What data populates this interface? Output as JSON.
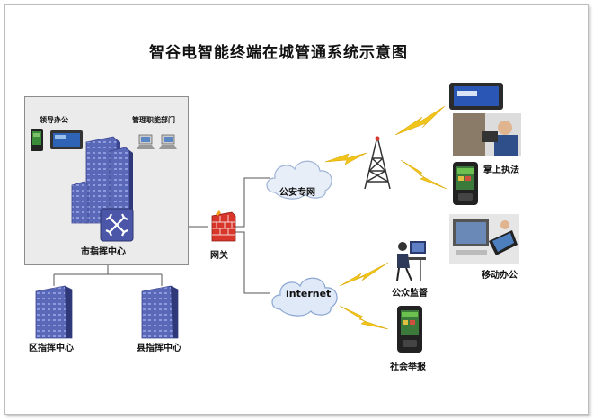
{
  "title": "智谷电智能终端在城管通系统示意图",
  "nodes": {
    "leadership_office": "领导办公",
    "management_dept": "管理职能部门",
    "city_command_center": "市指挥中心",
    "district_command_center": "区指挥中心",
    "county_command_center": "县指挥中心",
    "gateway": "网关",
    "police_network": "公安专网",
    "internet": "internet",
    "handheld_enforcement": "掌上执法",
    "mobile_office": "移动办公",
    "public_supervision": "公众监督",
    "public_reporting": "社会举报"
  },
  "colors": {
    "server_blue": "#5a68b8",
    "lightning_yellow": "#f0c419",
    "firewall_red": "#d9362b",
    "line_gray": "#555555"
  }
}
